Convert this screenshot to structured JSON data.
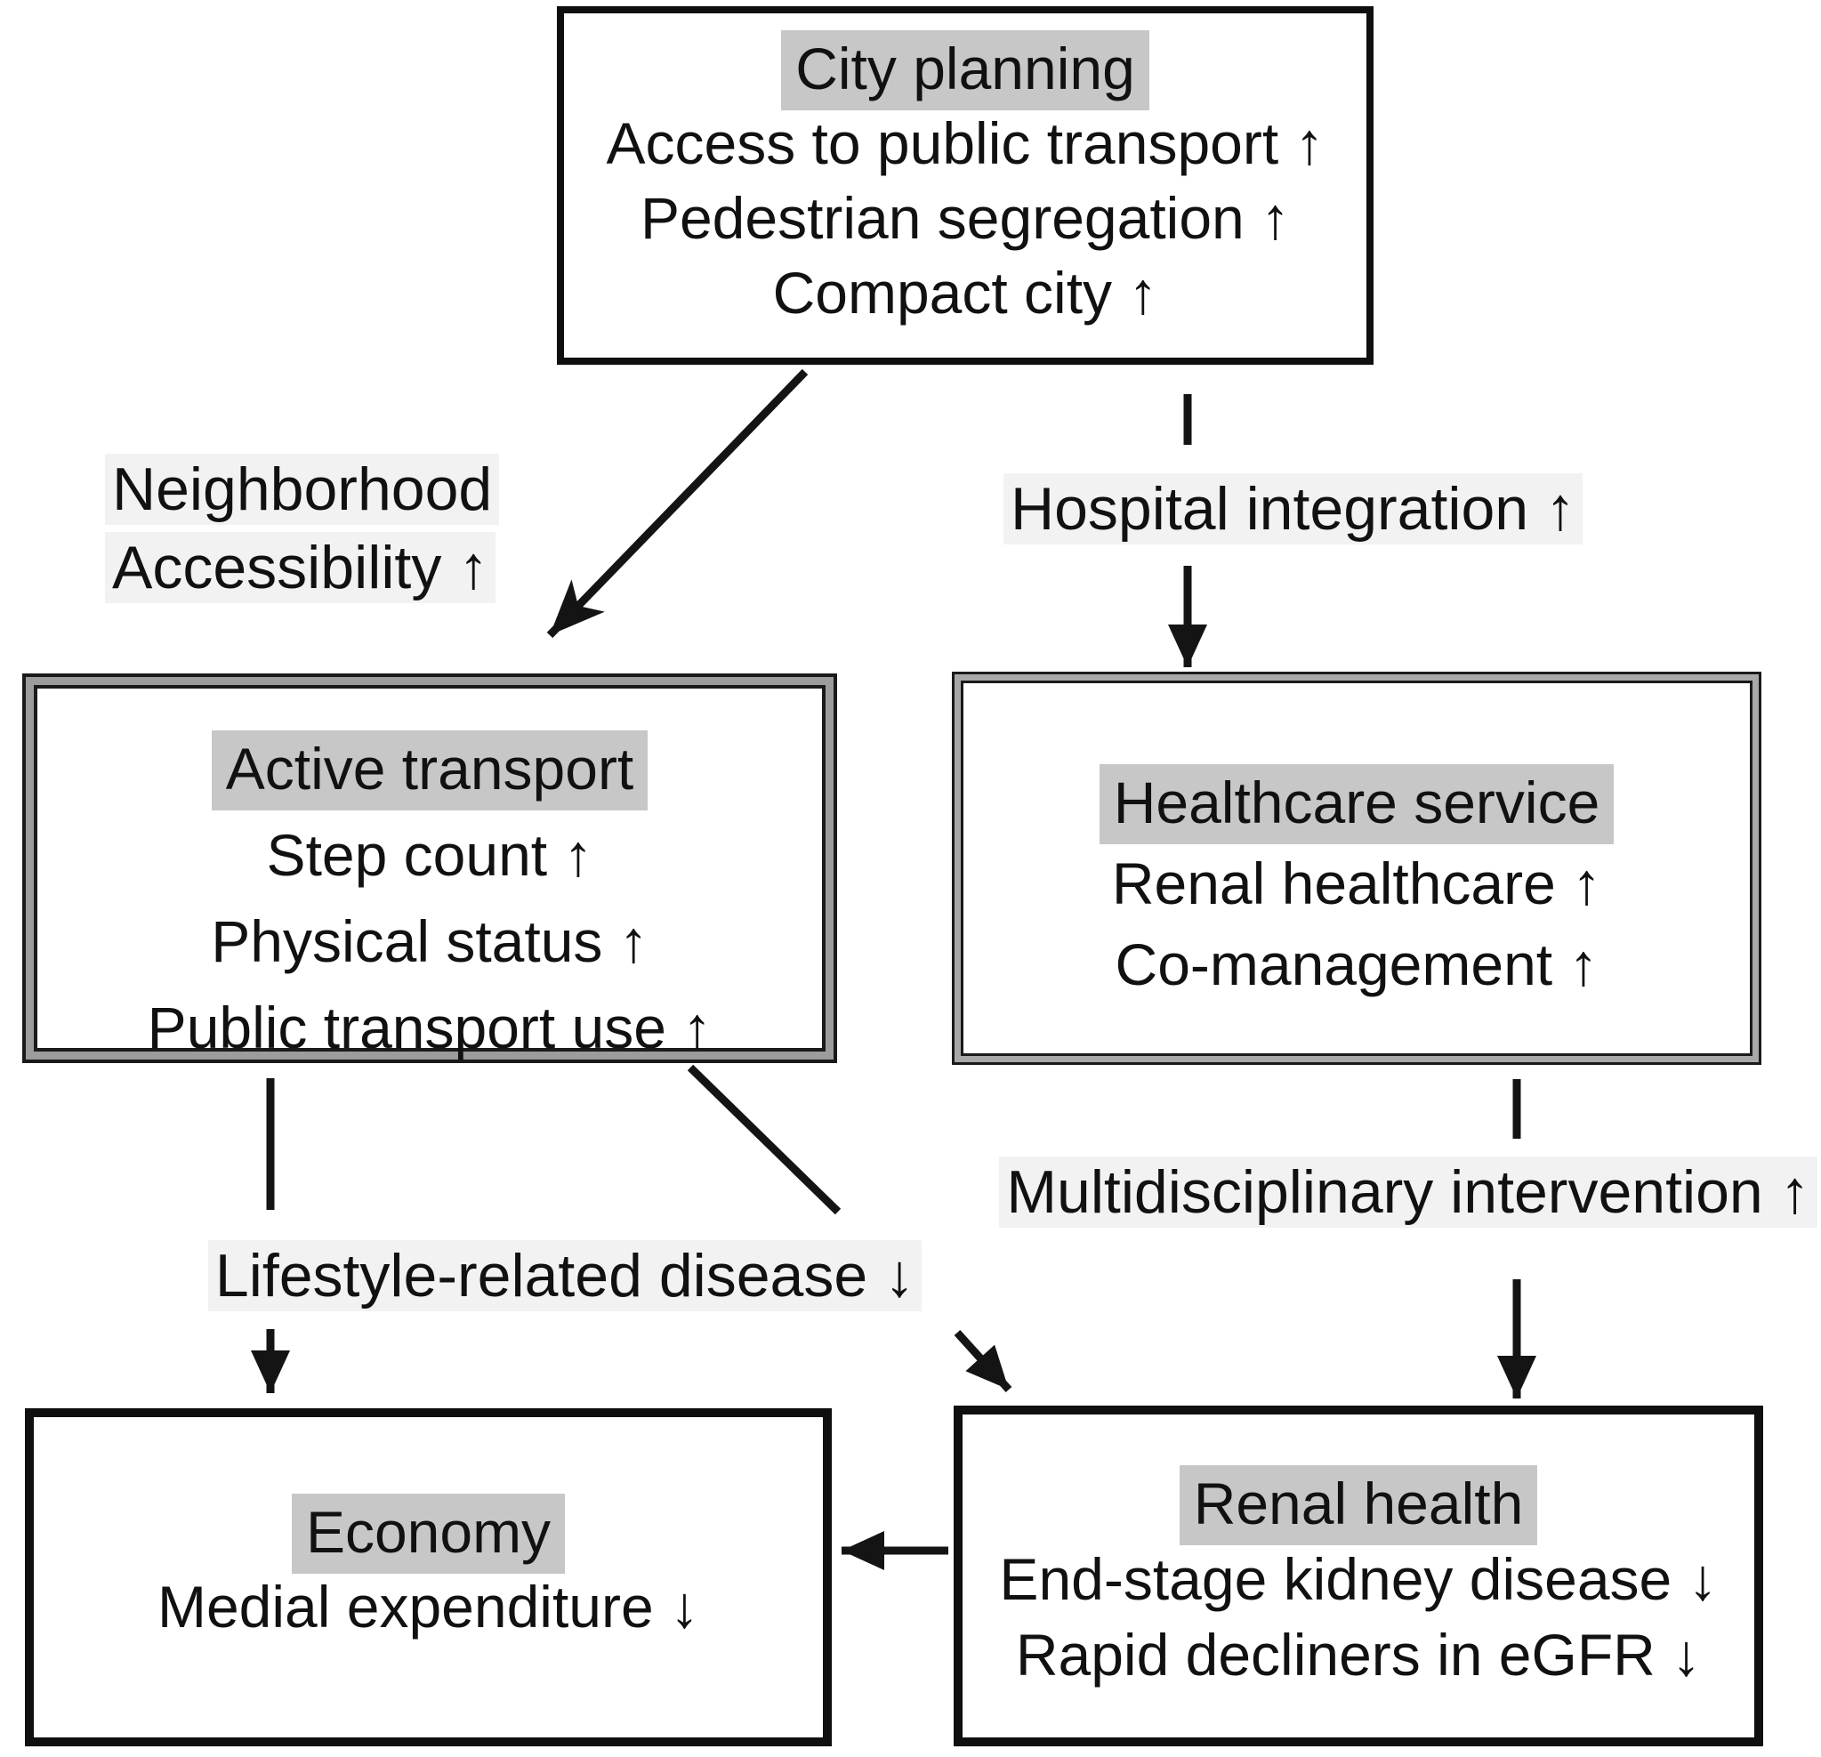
{
  "diagram": {
    "boxes": {
      "city_planning": {
        "title": "City planning",
        "lines": [
          "Access to public transport ↑",
          "Pedestrian segregation ↑",
          "Compact city ↑"
        ]
      },
      "active_transport": {
        "title": "Active transport",
        "lines": [
          "Step count ↑",
          "Physical status ↑",
          "Public transport use ↑"
        ]
      },
      "healthcare_service": {
        "title": "Healthcare service",
        "lines": [
          "Renal healthcare ↑",
          "Co-management ↑"
        ]
      },
      "economy": {
        "title": "Economy",
        "lines": [
          "Medial expenditure ↓"
        ]
      },
      "renal_health": {
        "title": "Renal health",
        "lines": [
          "End-stage kidney disease ↓",
          "Rapid decliners in eGFR ↓"
        ]
      }
    },
    "edge_labels": {
      "neighborhood_line1": "Neighborhood",
      "neighborhood_line2": "Accessibility ↑",
      "hospital_integration": "Hospital integration ↑",
      "lifestyle_disease": "Lifestyle-related disease ↓",
      "multidisciplinary": "Multidisciplinary intervention ↑"
    },
    "colors": {
      "title_highlight": "#c7c7c7",
      "line_color": "#141414",
      "label_background": "#f2f2f2"
    }
  }
}
